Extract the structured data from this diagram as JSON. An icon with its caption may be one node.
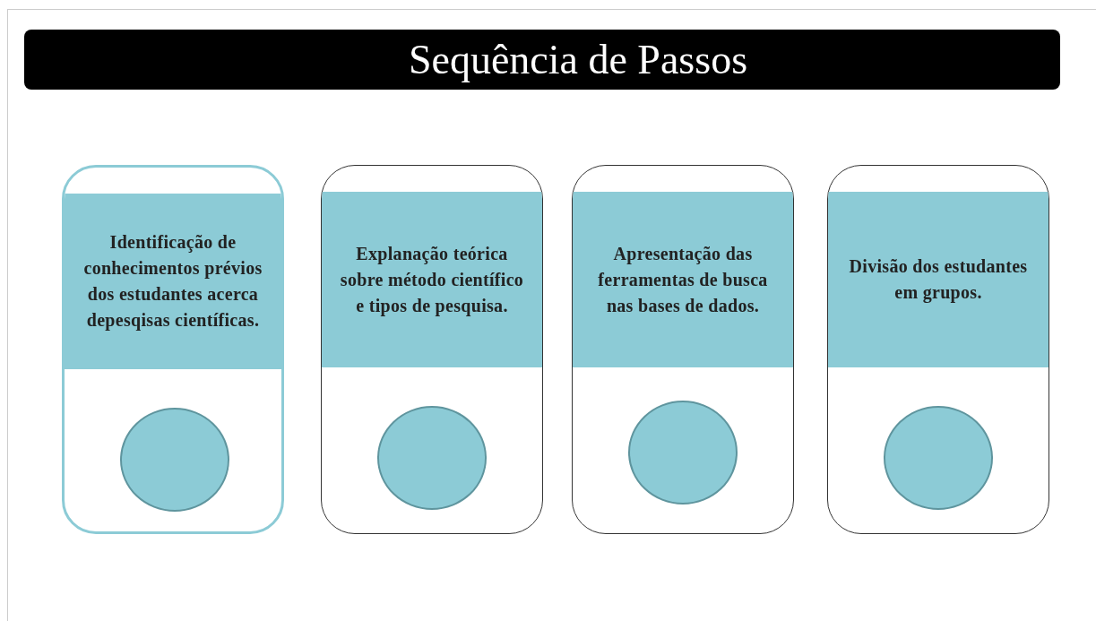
{
  "diagram": {
    "title": "Sequência de Passos",
    "nodes": [
      {
        "text": [
          "Identificação de conhecimentos prévios dos estudantes acerca depesqisas científicas."
        ]
      },
      {
        "text": [],
        "shape": "circle",
        "in": 0
      },
      {
        "text": [
          "Explanação teórica sobre método científico e tipos de pesquisa."
        ]
      },
      {
        "text": [],
        "shape": "circle",
        "in": 2
      },
      {
        "text": [
          "Apresentação das ferramentas de busca nas bases de dados."
        ]
      },
      {
        "text": [],
        "shape": "circle",
        "in": 4
      },
      {
        "text": [
          "Divisão dos estudantes em grupos."
        ]
      },
      {
        "text": [],
        "shape": "circle",
        "in": 6
      }
    ],
    "edges": []
  }
}
